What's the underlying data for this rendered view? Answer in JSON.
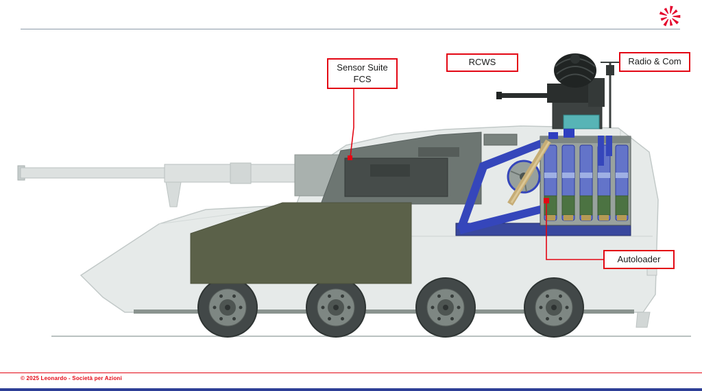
{
  "slide": {
    "description": "Technical callout diagram of an 8x8 armoured vehicle side view with cutaway turret"
  },
  "logo": {
    "name": "leonardo-rays-logo",
    "color": "#e4002b"
  },
  "callouts": {
    "sensor_suite": {
      "line1": "Sensor Suite",
      "line2": "FCS"
    },
    "rcws": {
      "label": "RCWS"
    },
    "radio_com": {
      "label": "Radio & Com"
    },
    "autoloader": {
      "label": "Autoloader"
    }
  },
  "footer": {
    "copyright": "© 2025 Leonardo - Società per Azioni"
  },
  "colors": {
    "accent_red": "#e30613",
    "footer_bar_blue": "#2d3e96",
    "hull_gray": "#e6eae9",
    "turret_gray": "#6d7672",
    "stowage_green": "#5b6149",
    "autoloader_blue": "#3546bb",
    "ammo_green": "#4c7342",
    "optics_teal": "#57b4b6"
  }
}
